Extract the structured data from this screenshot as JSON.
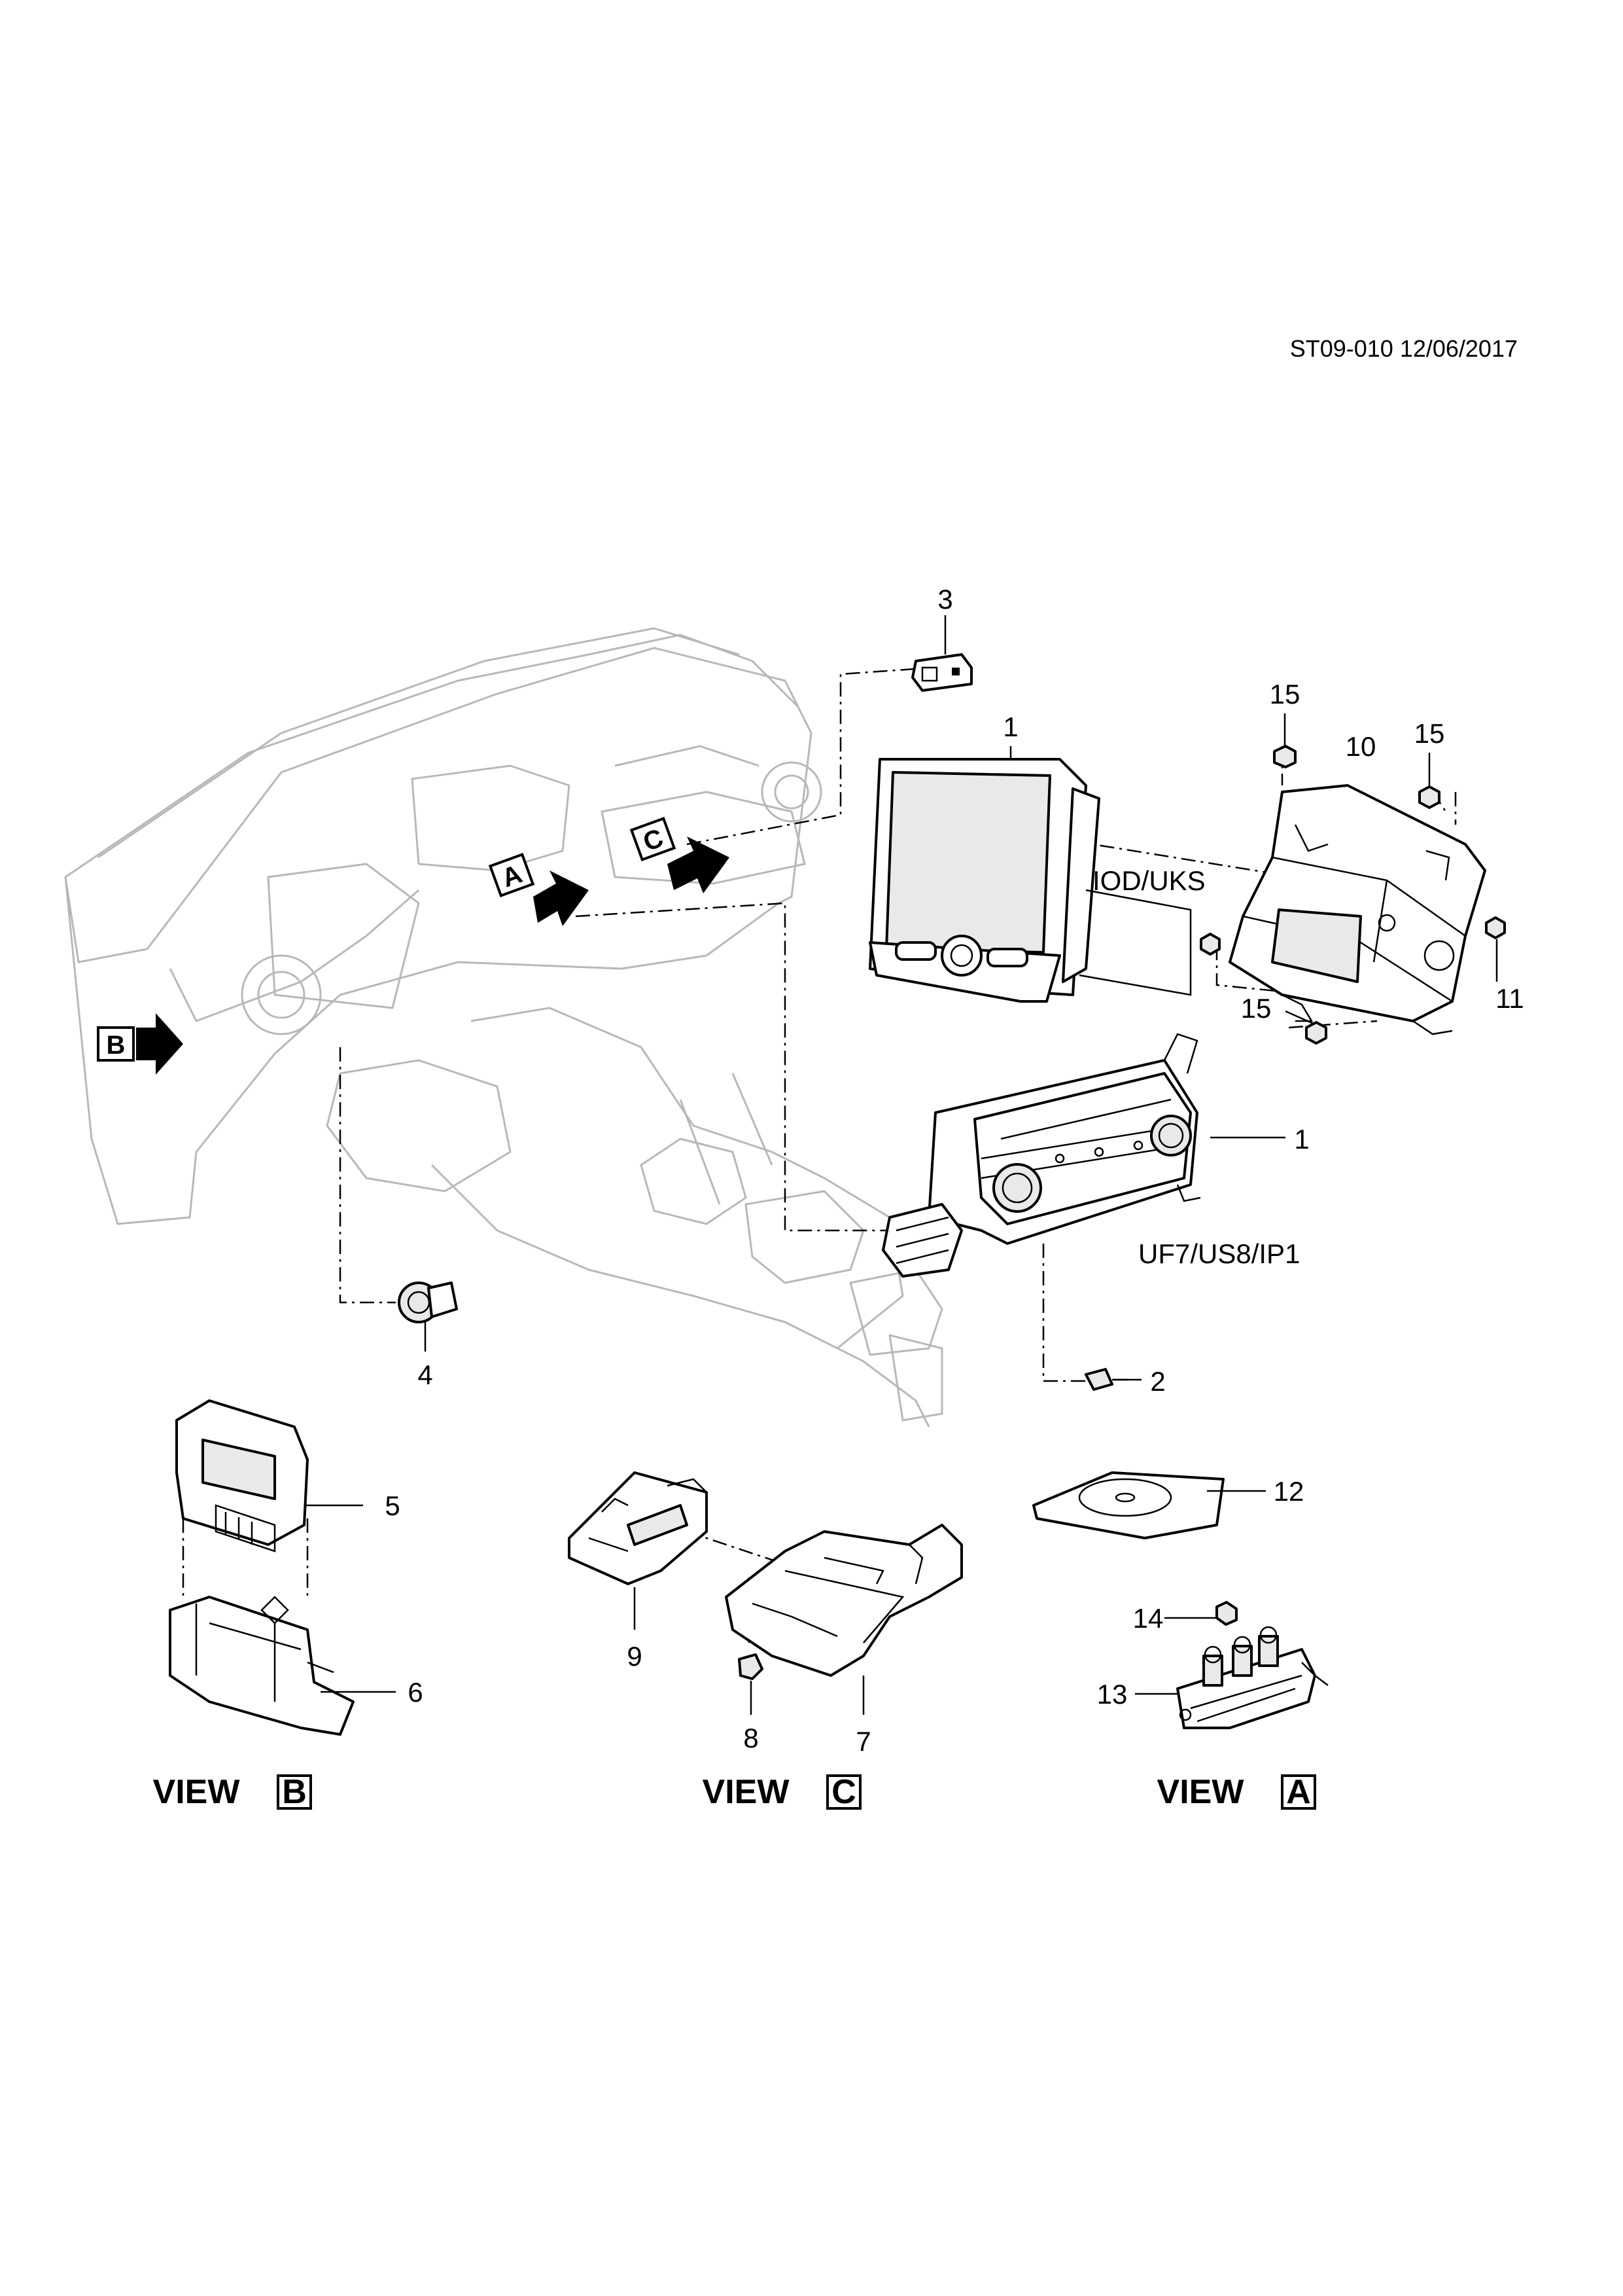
{
  "header": {
    "reference": "ST09-010 12/06/2017"
  },
  "callouts": [
    {
      "id": "c3",
      "text": "3"
    },
    {
      "id": "c1a",
      "text": "1"
    },
    {
      "id": "c15a",
      "text": "15"
    },
    {
      "id": "c10",
      "text": "10"
    },
    {
      "id": "c15b",
      "text": "15"
    },
    {
      "id": "c11",
      "text": "11"
    },
    {
      "id": "c15c",
      "text": "15"
    },
    {
      "id": "c1b",
      "text": "1"
    },
    {
      "id": "c2",
      "text": "2"
    },
    {
      "id": "c4",
      "text": "4"
    },
    {
      "id": "c5",
      "text": "5"
    },
    {
      "id": "c6",
      "text": "6"
    },
    {
      "id": "c9",
      "text": "9"
    },
    {
      "id": "c8",
      "text": "8"
    },
    {
      "id": "c7",
      "text": "7"
    },
    {
      "id": "c12",
      "text": "12"
    },
    {
      "id": "c14",
      "text": "14"
    },
    {
      "id": "c13",
      "text": "13"
    }
  ],
  "option_codes": {
    "display_unit": "IOD/UKS",
    "control_unit": "UF7/US8/IP1"
  },
  "view_markers": {
    "a": "A",
    "b": "B",
    "c": "C"
  },
  "views": {
    "b": {
      "prefix": "VIEW",
      "letter": "B"
    },
    "c": {
      "prefix": "VIEW",
      "letter": "C"
    },
    "a": {
      "prefix": "VIEW",
      "letter": "A"
    }
  }
}
